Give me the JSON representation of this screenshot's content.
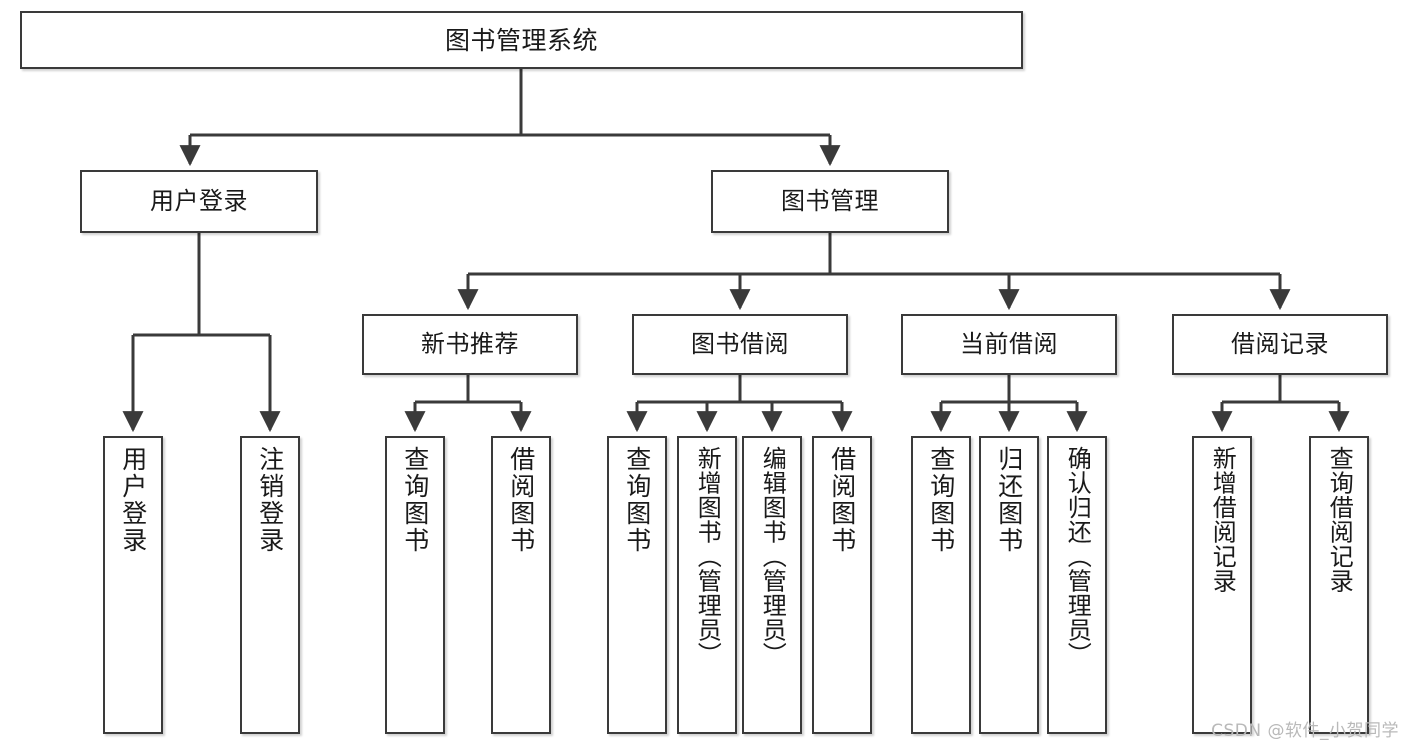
{
  "diagram": {
    "type": "tree",
    "title": "图书管理系统",
    "orientation": "top-down",
    "colors": {
      "box_border": "#3a3a3a",
      "box_fill": "#ffffff",
      "connector": "#3a3a3a",
      "text": "#1a1a1a",
      "watermark": "#b9b9b9",
      "background": "#ffffff"
    },
    "root": {
      "label": "图书管理系统"
    },
    "level2": [
      {
        "label": "用户登录"
      },
      {
        "label": "图书管理"
      }
    ],
    "level3": [
      {
        "label": "新书推荐"
      },
      {
        "label": "图书借阅"
      },
      {
        "label": "当前借阅"
      },
      {
        "label": "借阅记录"
      }
    ],
    "leaves": {
      "user_login": [
        {
          "label": "用户登录"
        },
        {
          "label": "注销登录"
        }
      ],
      "new_book_recommend": [
        {
          "label": "查询图书"
        },
        {
          "label": "借阅图书"
        }
      ],
      "book_borrow": [
        {
          "label": "查询图书"
        },
        {
          "label": "新增图书（管理员）"
        },
        {
          "label": "编辑图书（管理员）"
        },
        {
          "label": "借阅图书"
        }
      ],
      "current_borrow": [
        {
          "label": "查询图书"
        },
        {
          "label": "归还图书"
        },
        {
          "label": "确认归还（管理员）"
        }
      ],
      "borrow_record": [
        {
          "label": "新增借阅记录"
        },
        {
          "label": "查询借阅记录"
        }
      ]
    }
  },
  "watermark": {
    "text": "CSDN @软件_小贺同学"
  }
}
